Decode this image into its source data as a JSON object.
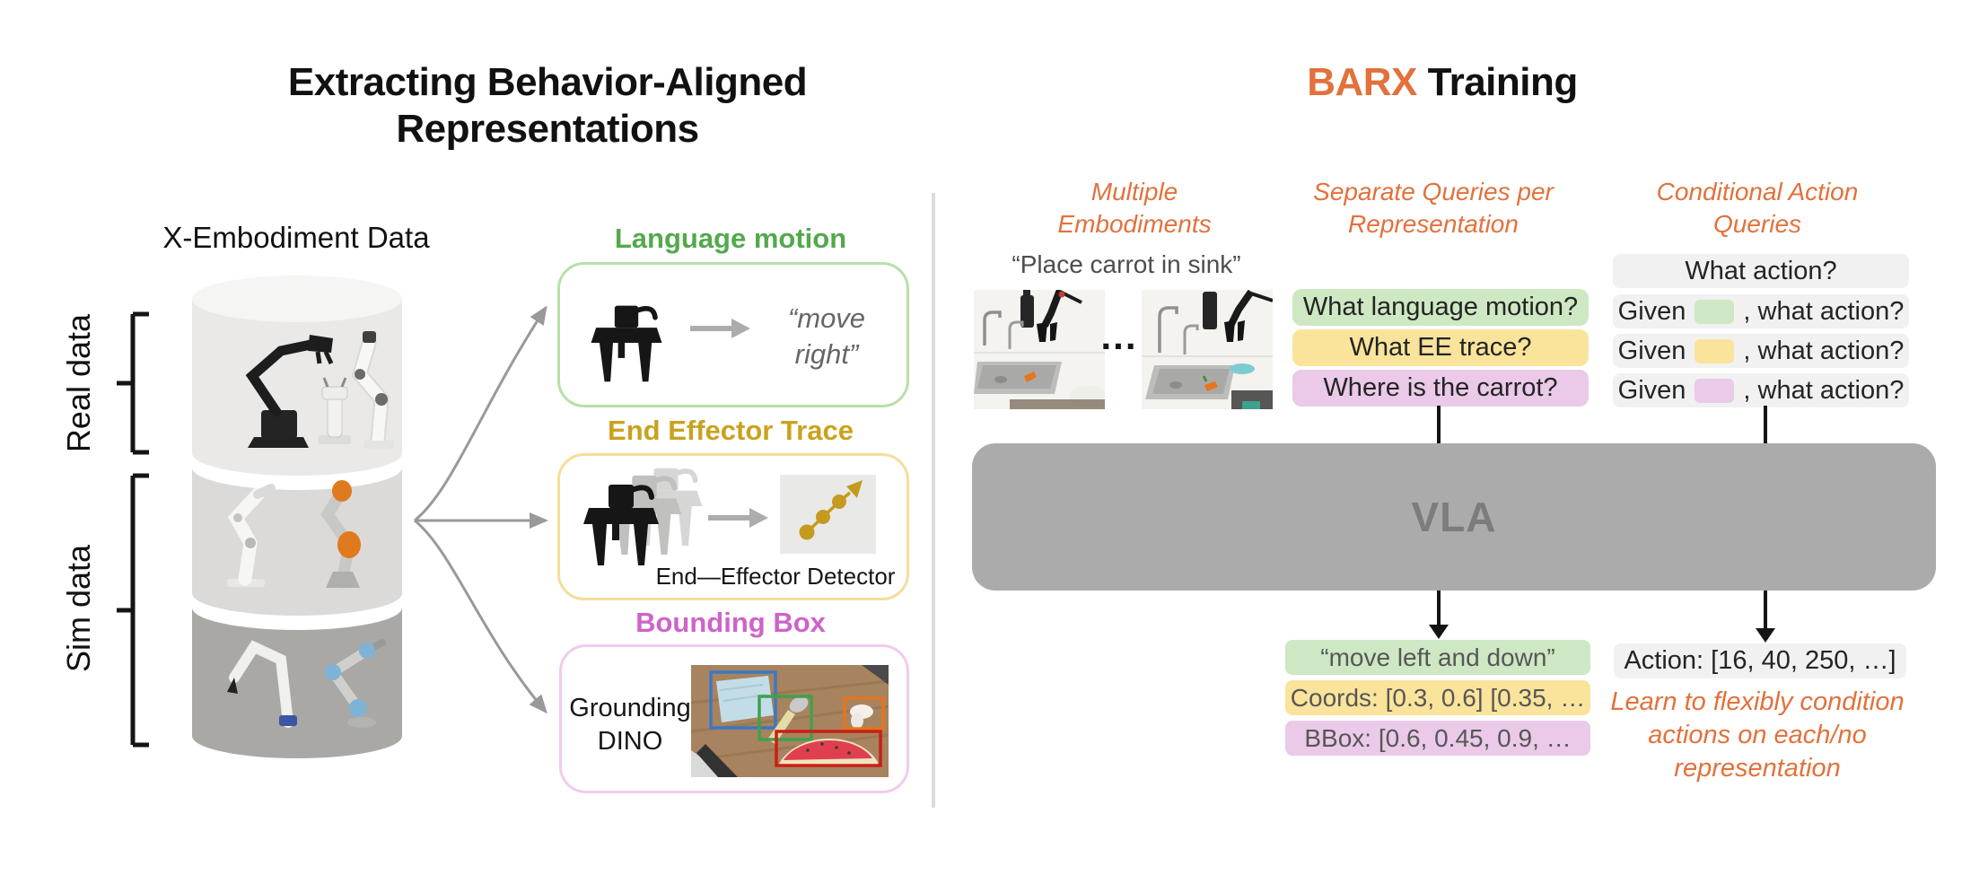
{
  "colors": {
    "accent_orange": "#E2713C",
    "green_fill": "#CDE8C3",
    "yellow_fill": "#FAE49B",
    "pink_fill": "#EACAE8",
    "gray_fill": "#F1F1F1",
    "vla_gray": "#ABABAB"
  },
  "left": {
    "title": "Extracting Behavior-Aligned Representations",
    "cylinder_label": "X-Embodiment Data",
    "real_data_label": "Real data",
    "sim_data_label": "Sim data",
    "representations": [
      {
        "heading": "Language motion",
        "heading_color": "#53A94C",
        "border_color": "#B7E0A9",
        "output": "“move right”"
      },
      {
        "heading": "End Effector Trace",
        "heading_color": "#C9A21E",
        "border_color": "#F5DD99",
        "caption": "End—Effector Detector"
      },
      {
        "heading": "Bounding Box",
        "heading_color": "#CE63C8",
        "border_color": "#F0CBED",
        "tool_label": "Grounding DINO"
      }
    ]
  },
  "right": {
    "title_accent": "BARX",
    "title_rest": "Training",
    "columns": {
      "embodiments": {
        "heading": "Multiple Embodiments",
        "instruction": "“Place carrot in sink”",
        "ellipsis": "..."
      },
      "separate": {
        "heading": "Separate Queries per Representation",
        "queries": [
          {
            "text": "What language motion?",
            "color": "#CDE8C3"
          },
          {
            "text": "What EE trace?",
            "color": "#FAE49B"
          },
          {
            "text": "Where is the carrot?",
            "color": "#EACAE8"
          }
        ]
      },
      "conditional": {
        "heading": "Conditional Action Queries",
        "plain_query": "What action?",
        "given_rows": [
          {
            "pre": "Given",
            "post": ", what action?",
            "swatch_color": "#CDE8C3"
          },
          {
            "pre": "Given",
            "post": ", what action?",
            "swatch_color": "#FAE49B"
          },
          {
            "pre": "Given",
            "post": ", what action?",
            "swatch_color": "#EACAE8"
          }
        ]
      }
    },
    "vla": {
      "label": "VLA",
      "bg": "#ABABAB"
    },
    "outputs": [
      {
        "text": "“move left and down”",
        "color": "#CDE8C3"
      },
      {
        "text": "Coords: [0.3, 0.6] [0.35, …",
        "color": "#FAE49B"
      },
      {
        "text": "BBox: [0.6, 0.45, 0.9, …",
        "color": "#EACAE8"
      }
    ],
    "action_output": "Action: [16, 40, 250, …]",
    "note": "Learn to flexibly condition actions on each/no representation"
  }
}
